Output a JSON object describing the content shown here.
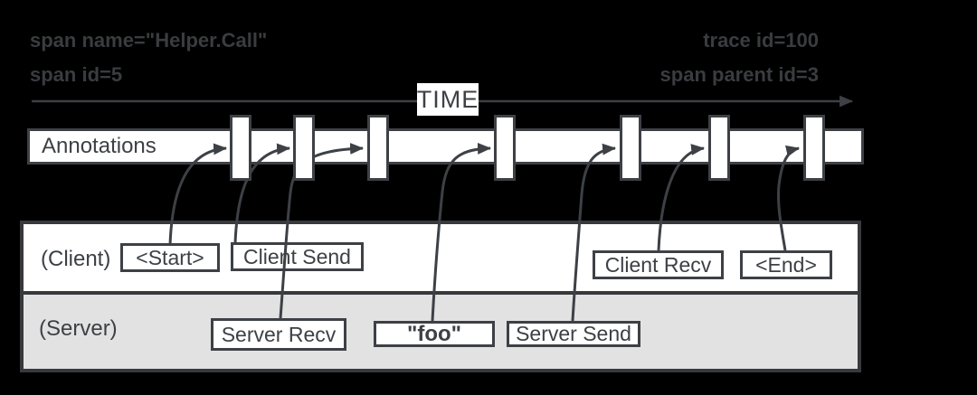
{
  "header": {
    "span_name": "span name=\"Helper.Call\"",
    "span_id": "span id=5",
    "trace_id": "trace id=100",
    "span_parent_id": "span parent id=3"
  },
  "timeline": {
    "label": "TIME",
    "tick_count": 7
  },
  "annotations_bar": {
    "label": "Annotations"
  },
  "lanes": {
    "client": {
      "label": "(Client)",
      "annotations": [
        "<Start>",
        "Client Send",
        "Client Recv",
        "<End>"
      ]
    },
    "server": {
      "label": "(Server)",
      "annotations": [
        "Server Recv",
        "\"foo\"",
        "Server Send"
      ]
    }
  },
  "colors": {
    "background": "#000000",
    "ink": "#3d4045",
    "bar_fill": "#ffffff",
    "client_lane_fill": "#ffffff",
    "server_lane_fill": "#e2e2e2"
  }
}
